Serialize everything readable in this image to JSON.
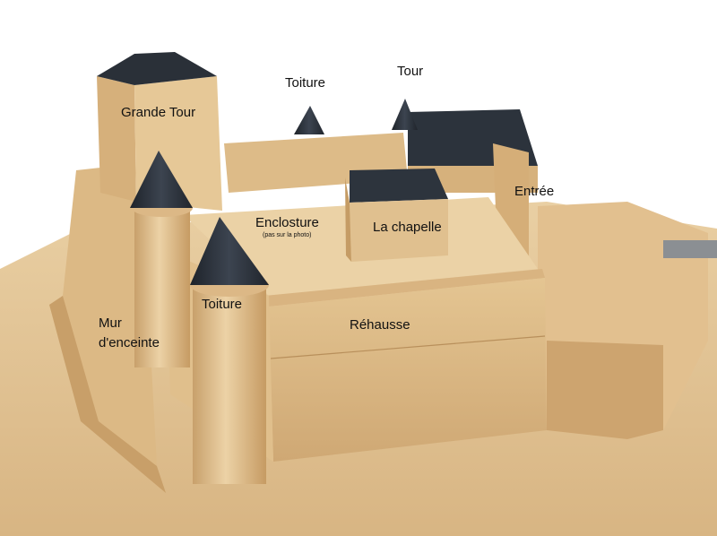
{
  "labels": {
    "grande_tour": "Grande Tour",
    "toiture_top": "Toiture",
    "tour": "Tour",
    "entree": "Entrée",
    "enclosture": "Enclosture",
    "enclosture_note": "(pas sur la photo)",
    "chapelle": "La chapelle",
    "toiture_front": "Toiture",
    "mur_line1": "Mur",
    "mur_line2": "d'enceinte",
    "rehausse": "Réhausse"
  },
  "colors": {
    "wood_light": "#e6c99a",
    "wood_mid": "#d9b886",
    "wood_dark": "#c29a63",
    "wood_shadow": "#a77f4a",
    "roof": "#2f3640",
    "roof_dark": "#1f242b",
    "text": "#111111",
    "background": "#ffffff"
  }
}
